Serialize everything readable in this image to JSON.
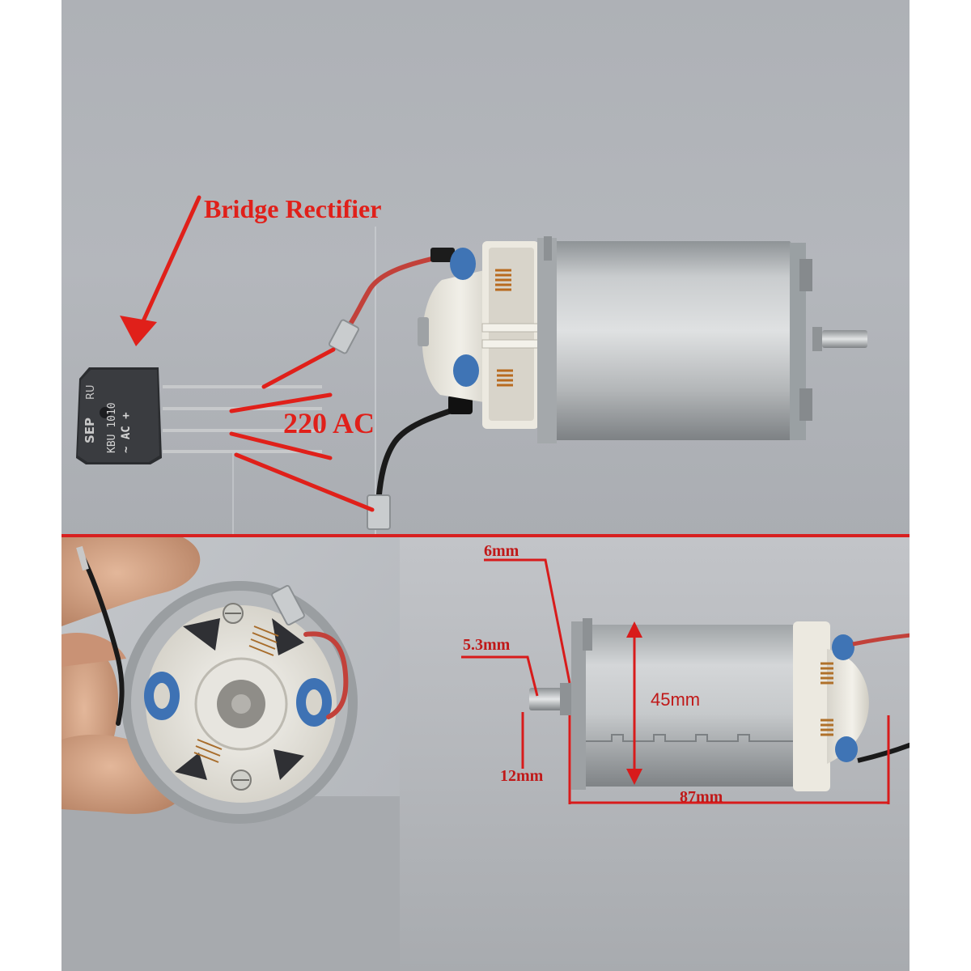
{
  "top_panel": {
    "annotation_rectifier": "Bridge Rectifier",
    "annotation_voltage": "220 AC",
    "rectifier_markings": {
      "logo": "SEP",
      "cert": "RU",
      "model": "KBU 1010",
      "pins": "~ AC +"
    }
  },
  "bottom_panel": {
    "dim_shaft_tip": "6mm",
    "dim_shaft_dia": "5.3mm",
    "dim_body_dia": "45mm",
    "dim_shaft_len": "12mm",
    "dim_body_len": "87mm"
  },
  "colors": {
    "annotation": "#e0201a",
    "divider": "#d82020",
    "background": "#a9acb1"
  }
}
